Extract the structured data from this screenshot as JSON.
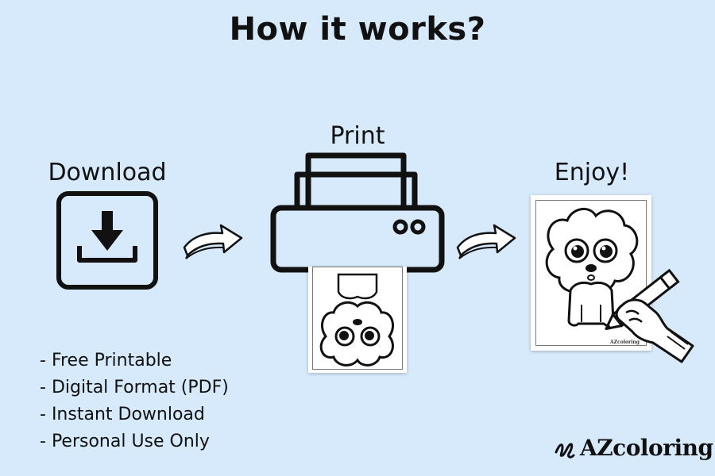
{
  "title": "How it works?",
  "steps": {
    "download": "Download",
    "print": "Print",
    "enjoy": "Enjoy!"
  },
  "features": [
    "Free Printable",
    "Digital Format (PDF)",
    "Instant Download",
    "Personal Use Only"
  ],
  "brand": {
    "name": "AZcoloring",
    "mini": "AZcoloring"
  },
  "colors": {
    "background": "#d6eafc",
    "ink": "#111111"
  }
}
